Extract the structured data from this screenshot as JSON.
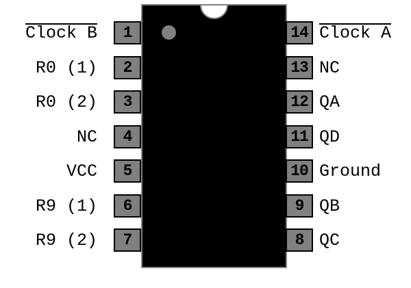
{
  "diagram": {
    "kind": "ic-pinout-dip14"
  },
  "icons": {
    "pin1_indicator": "filled-circle-dot",
    "orientation_notch": "top-center-half-circle"
  },
  "pins": {
    "left": [
      {
        "number": "1",
        "label": "Clock B",
        "overline": true
      },
      {
        "number": "2",
        "label": "R0 (1)",
        "overline": false
      },
      {
        "number": "3",
        "label": "R0 (2)",
        "overline": false
      },
      {
        "number": "4",
        "label": "NC",
        "overline": false
      },
      {
        "number": "5",
        "label": "VCC",
        "overline": false
      },
      {
        "number": "6",
        "label": "R9 (1)",
        "overline": false
      },
      {
        "number": "7",
        "label": "R9 (2)",
        "overline": false
      }
    ],
    "right": [
      {
        "number": "14",
        "label": "Clock A",
        "overline": true
      },
      {
        "number": "13",
        "label": "NC",
        "overline": false
      },
      {
        "number": "12",
        "label": "QA",
        "overline": false
      },
      {
        "number": "11",
        "label": "QD",
        "overline": false
      },
      {
        "number": "10",
        "label": "Ground",
        "overline": false
      },
      {
        "number": "9",
        "label": "QB",
        "overline": false
      },
      {
        "number": "8",
        "label": "QC",
        "overline": false
      }
    ]
  },
  "colors": {
    "background": "#ffffff",
    "chip_body": "#000000",
    "chip_outline": "#808080",
    "pin_fill": "#808080",
    "pin_border": "#000000",
    "text": "#000000"
  }
}
